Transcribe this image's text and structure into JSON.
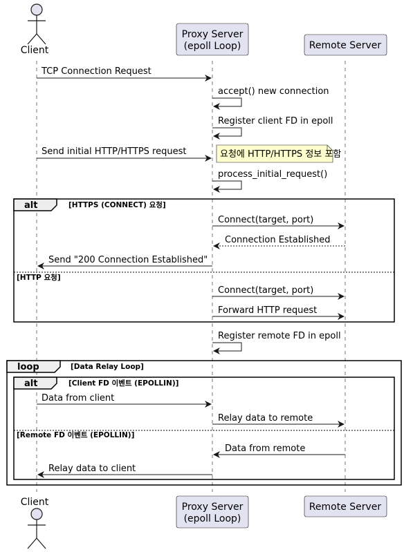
{
  "participants": {
    "client": "Client",
    "proxy_line1": "Proxy Server",
    "proxy_line2": "(epoll Loop)",
    "remote": "Remote Server"
  },
  "messages": {
    "m1": "TCP Connection Request",
    "m2": "accept() new connection",
    "m3": "Register client FD in epoll",
    "m4": "Send initial HTTP/HTTPS request",
    "m5": "process_initial_request()",
    "m6": "Connect(target, port)",
    "m7": "Connection Established",
    "m8": "Send \"200 Connection Established\"",
    "m9": "Connect(target, port)",
    "m10": "Forward HTTP request",
    "m11": "Register remote FD in epoll",
    "m12": "Data from client",
    "m13": "Relay data to remote",
    "m14": "Data from remote",
    "m15": "Relay data to client"
  },
  "note": "요청에 HTTP/HTTPS 정보 포함",
  "fragments": {
    "alt1_label": "alt",
    "alt1_cond1": "[HTTPS (CONNECT) 요청]",
    "alt1_cond2": "[HTTP 요청]",
    "loop_label": "loop",
    "loop_cond": "[Data Relay Loop]",
    "alt2_label": "alt",
    "alt2_cond1": "[Client FD 이벤트 (EPOLLIN)]",
    "alt2_cond2": "[Remote FD 이벤트 (EPOLLIN)]"
  },
  "colors": {
    "participant_fill": "#e2e2f0",
    "participant_border": "#181818",
    "note_fill": "#fefece",
    "lifeline": "#181818"
  }
}
